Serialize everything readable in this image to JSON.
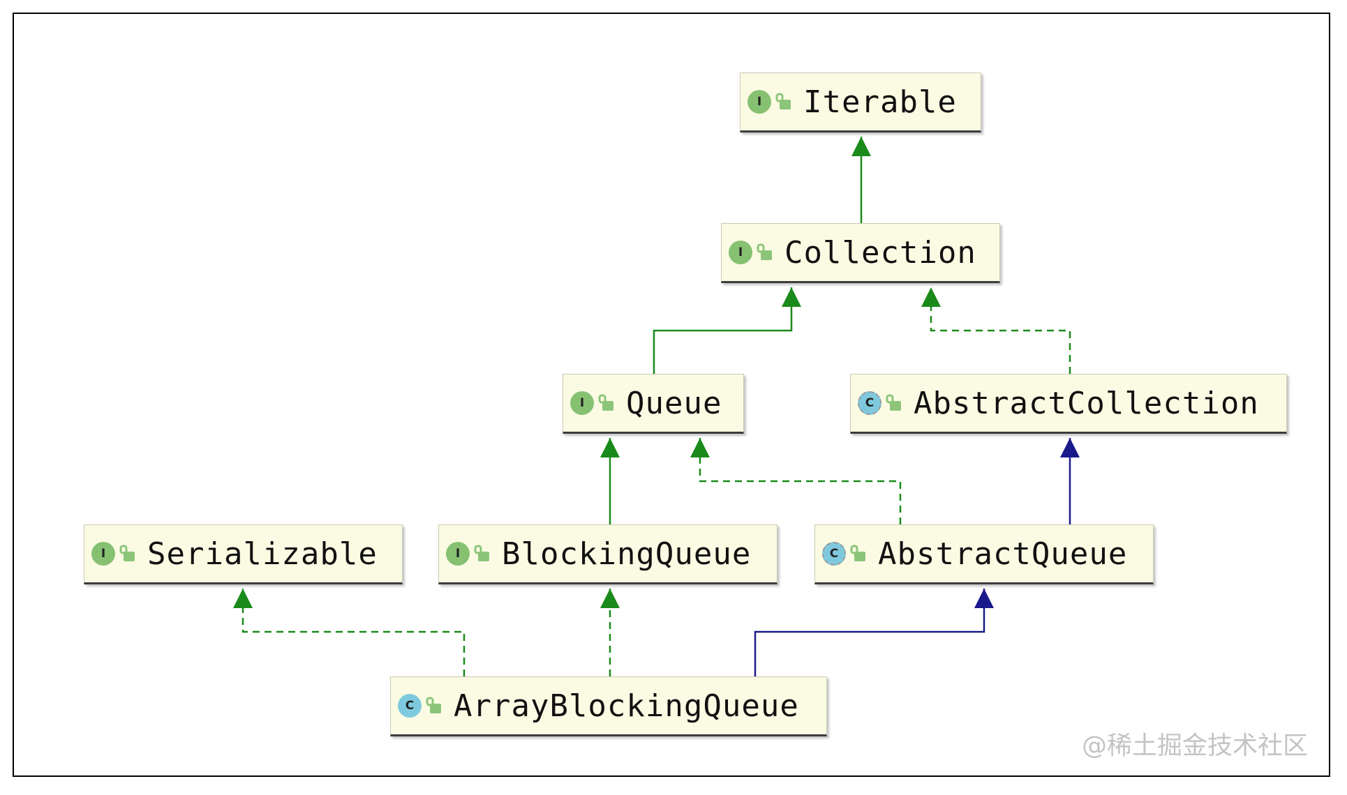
{
  "nodes": [
    {
      "id": "iterable",
      "kind": "interface",
      "badge": "I",
      "label": "Iterable"
    },
    {
      "id": "collection",
      "kind": "interface",
      "badge": "I",
      "label": "Collection"
    },
    {
      "id": "queue",
      "kind": "interface",
      "badge": "I",
      "label": "Queue"
    },
    {
      "id": "abstract_collection",
      "kind": "abstract",
      "badge": "C",
      "label": "AbstractCollection"
    },
    {
      "id": "serializable",
      "kind": "interface",
      "badge": "I",
      "label": "Serializable"
    },
    {
      "id": "blocking_queue",
      "kind": "interface",
      "badge": "I",
      "label": "BlockingQueue"
    },
    {
      "id": "abstract_queue",
      "kind": "abstract",
      "badge": "C",
      "label": "AbstractQueue"
    },
    {
      "id": "array_blocking_queue",
      "kind": "class",
      "badge": "C",
      "label": "ArrayBlockingQueue"
    }
  ],
  "edges": [
    {
      "from": "collection",
      "to": "iterable",
      "type": "extends-interface"
    },
    {
      "from": "queue",
      "to": "collection",
      "type": "extends-interface"
    },
    {
      "from": "abstract_collection",
      "to": "collection",
      "type": "implements"
    },
    {
      "from": "blocking_queue",
      "to": "queue",
      "type": "extends-interface"
    },
    {
      "from": "abstract_queue",
      "to": "queue",
      "type": "implements"
    },
    {
      "from": "abstract_queue",
      "to": "abstract_collection",
      "type": "extends-class"
    },
    {
      "from": "array_blocking_queue",
      "to": "serializable",
      "type": "implements"
    },
    {
      "from": "array_blocking_queue",
      "to": "blocking_queue",
      "type": "implements"
    },
    {
      "from": "array_blocking_queue",
      "to": "abstract_queue",
      "type": "extends-class"
    }
  ],
  "colors": {
    "interface_edge": "#1a8a1a",
    "class_edge": "#1a1a8c"
  },
  "watermark": "@稀土掘金技术社区"
}
